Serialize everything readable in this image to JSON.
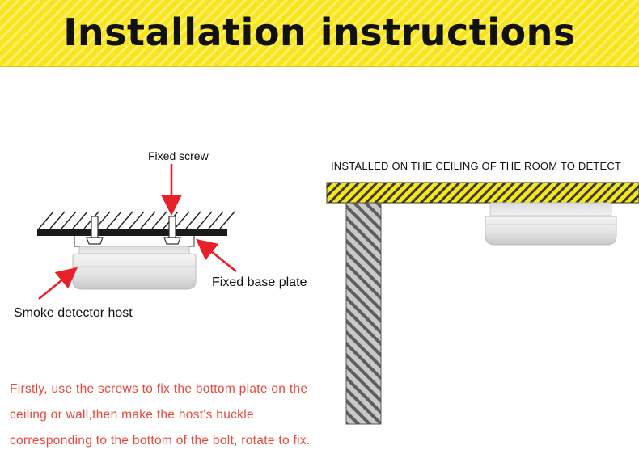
{
  "banner": {
    "title": "Installation instructions"
  },
  "left_diagram": {
    "screw_label": "Fixed screw",
    "base_plate_label": "Fixed base plate",
    "host_label": "Smoke detector host"
  },
  "right_diagram": {
    "ceiling_label": "INSTALLED ON THE CEILING OF THE ROOM TO DETECT"
  },
  "instructions": {
    "lines": [
      "Firstly, use the screws to fix the bottom plate on the",
      "ceiling or wall,then make the host's buckle",
      "corresponding to the bottom of the bolt, rotate to fix."
    ]
  },
  "colors": {
    "banner_yellow": "#f6e51f",
    "arrow_red": "#e8202a",
    "instruction_text": "#e8483c",
    "wall_gray": "#b3b3b3"
  }
}
